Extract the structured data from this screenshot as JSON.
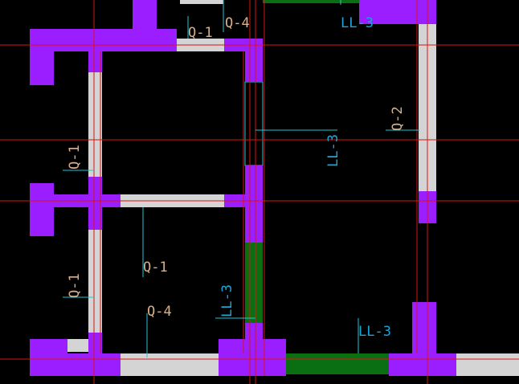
{
  "colors": {
    "background": "#000000",
    "column": "#9a1eff",
    "wall": "#d4d4d4",
    "axis": "#d81414",
    "leader": "#1ec8d8",
    "beam_fill": "#0a6e12",
    "label_wall": "#d8b08c",
    "label_beam": "#1aa4d8"
  },
  "labels": {
    "q1_top": "Q-1",
    "q4_top": "Q-4",
    "ll3_top": "LL-3",
    "q2_right": "Q-2",
    "ll3_mid": "LL-3",
    "q1_left_upper": "Q-1",
    "q1_left_lower": "Q-1",
    "q1_center": "Q-1",
    "q4_center": "Q-4",
    "ll3_left_beam": "LL-3",
    "ll3_bottom": "LL-3"
  }
}
